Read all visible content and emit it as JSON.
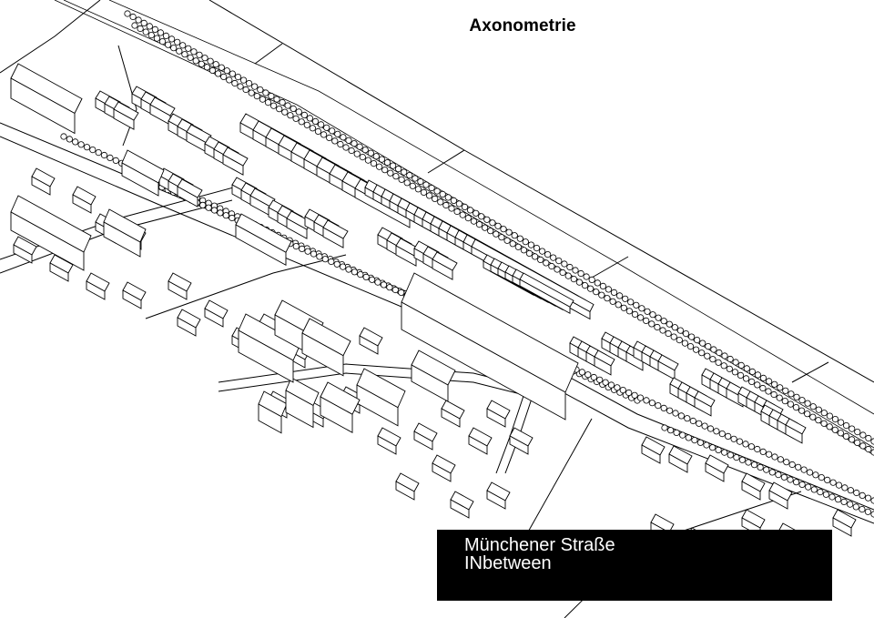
{
  "title": "Axonometrie",
  "caption": {
    "line1": "Münchener Straße",
    "line2": "INbetween"
  },
  "colors": {
    "ink": "#000000",
    "paper": "#ffffff",
    "caption_background": "#000000",
    "caption_text": "#ffffff"
  }
}
